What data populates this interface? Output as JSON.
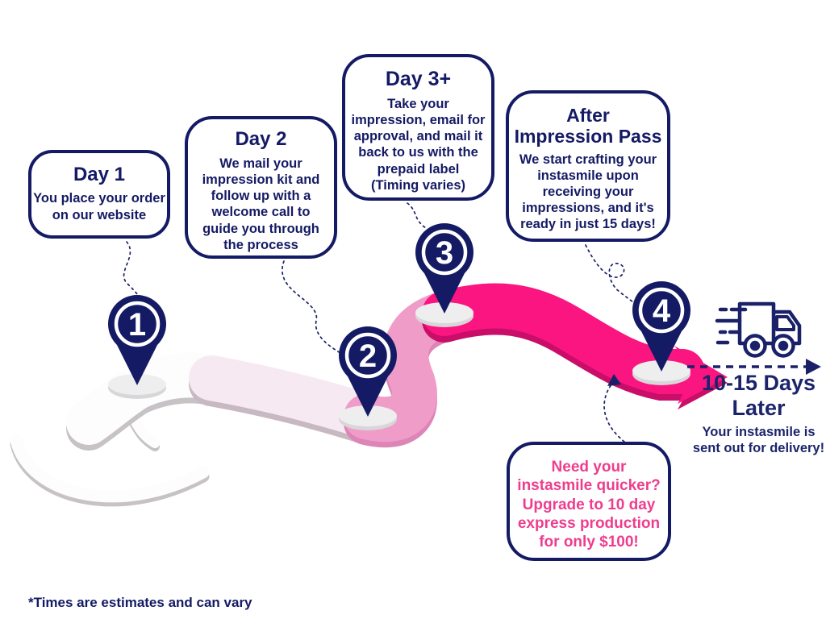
{
  "colors": {
    "navy": "#141a64",
    "hot_pink": "#fa1580",
    "hot_pink_shade": "#c90e69",
    "mid_pink": "#ef9dc8",
    "mid_pink_shade": "#dd85b6",
    "pale_pink": "#f7e9f1",
    "pale_pink_shade": "#c8b8c2",
    "white_road": "#fdfdfd",
    "white_road_shade": "#c6c2c6",
    "pin_base": "#efeeef",
    "pin_base_shade": "#d9d6d9",
    "pink_text": "#ee3d8e"
  },
  "bubbles": {
    "day1": {
      "title": "Day 1",
      "body": "You place your order\non our website"
    },
    "day2": {
      "title": "Day 2",
      "body": "We mail your\nimpression kit and\nfollow up with a\nwelcome call to\nguide you through\nthe process"
    },
    "day3": {
      "title": "Day 3+",
      "body": "Take your\nimpression, email for\napproval, and mail it\nback to us with the\nprepaid label\n(Timing varies)"
    },
    "after": {
      "title": "After\nImpression Pass",
      "body": "We start crafting your\ninstasmile upon\nreceiving your\nimpressions, and it's\nready in just 15 days!"
    },
    "express": {
      "body": "Need your\ninstasmile quicker?\nUpgrade to 10 day\nexpress production\nfor only $100!"
    }
  },
  "pins": [
    {
      "number": "1"
    },
    {
      "number": "2"
    },
    {
      "number": "3"
    },
    {
      "number": "4"
    }
  ],
  "delivery": {
    "title": "10-15 Days\nLater",
    "body": "Your instasmile is\nsent out for delivery!",
    "truck_icon": "delivery-truck-icon"
  },
  "footnote": "*Times are estimates and can vary"
}
